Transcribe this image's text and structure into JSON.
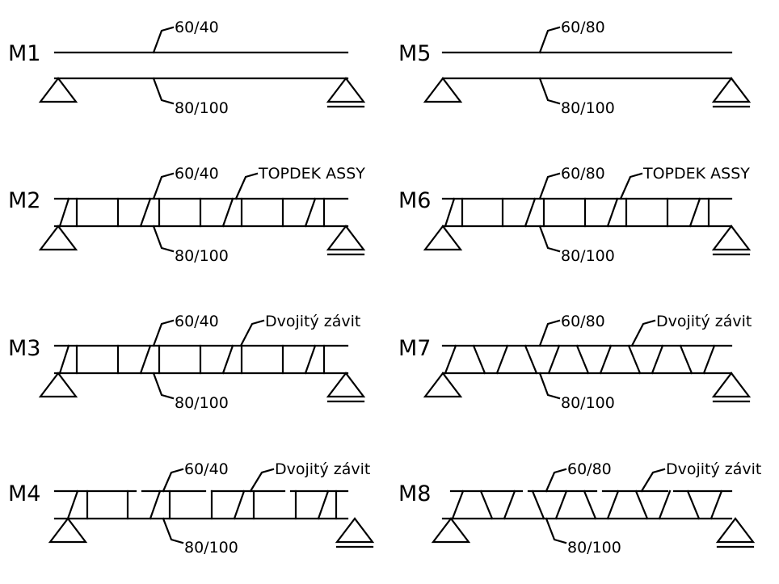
{
  "models": [
    {
      "label": "M1",
      "top": "60/40",
      "bottom": "80/100",
      "web_note": ""
    },
    {
      "label": "M2",
      "top": "60/40",
      "bottom": "80/100",
      "web_note": "TOPDEK ASSY"
    },
    {
      "label": "M3",
      "top": "60/40",
      "bottom": "80/100",
      "web_note": "Dvojitý závit"
    },
    {
      "label": "M4",
      "top": "60/40",
      "bottom": "80/100",
      "web_note": "Dvojitý závit"
    },
    {
      "label": "M5",
      "top": "60/80",
      "bottom": "80/100",
      "web_note": ""
    },
    {
      "label": "M6",
      "top": "60/80",
      "bottom": "80/100",
      "web_note": "TOPDEK ASSY"
    },
    {
      "label": "M7",
      "top": "60/80",
      "bottom": "80/100",
      "web_note": "Dvojitý závit"
    },
    {
      "label": "M8",
      "top": "60/80",
      "bottom": "80/100",
      "web_note": "Dvojitý závit"
    }
  ]
}
